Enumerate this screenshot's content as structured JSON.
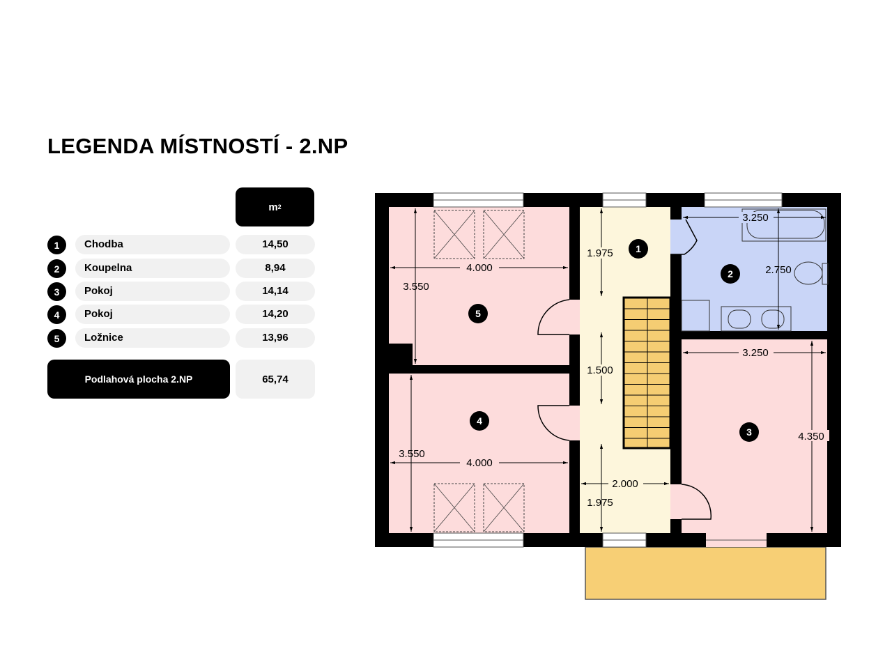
{
  "title": "LEGENDA MÍSTNOSTÍ - 2.NP",
  "legend": {
    "unit": "m",
    "unit_exp": "2",
    "rooms": [
      {
        "num": "1",
        "name": "Chodba",
        "area": "14,50"
      },
      {
        "num": "2",
        "name": "Koupelna",
        "area": "8,94"
      },
      {
        "num": "3",
        "name": "Pokoj",
        "area": "14,14"
      },
      {
        "num": "4",
        "name": "Pokoj",
        "area": "14,20"
      },
      {
        "num": "5",
        "name": "Ložnice",
        "area": "13,96"
      }
    ],
    "total_label": "Podlahová plocha 2.NP",
    "total_value": "65,74"
  },
  "plan": {
    "colors": {
      "bedroom": "#fddcdc",
      "bath": "#c9d5f7",
      "hall": "#fdf6dc",
      "stairs": "#f5cd73",
      "balcony": "#f7cf75",
      "wall": "#000000"
    },
    "dims": {
      "r5_w": "4.000",
      "r5_h": "3.550",
      "r4_w": "4.000",
      "r4_h": "3.550",
      "hall_top": "1.975",
      "hall_mid": "1.500",
      "hall_bot": "1.975",
      "hall_w": "2.000",
      "bath_w": "3.250",
      "bath_h": "2.750",
      "r3_w": "3.250",
      "r3_h": "4.350"
    },
    "markers": [
      "1",
      "2",
      "3",
      "4",
      "5"
    ]
  }
}
